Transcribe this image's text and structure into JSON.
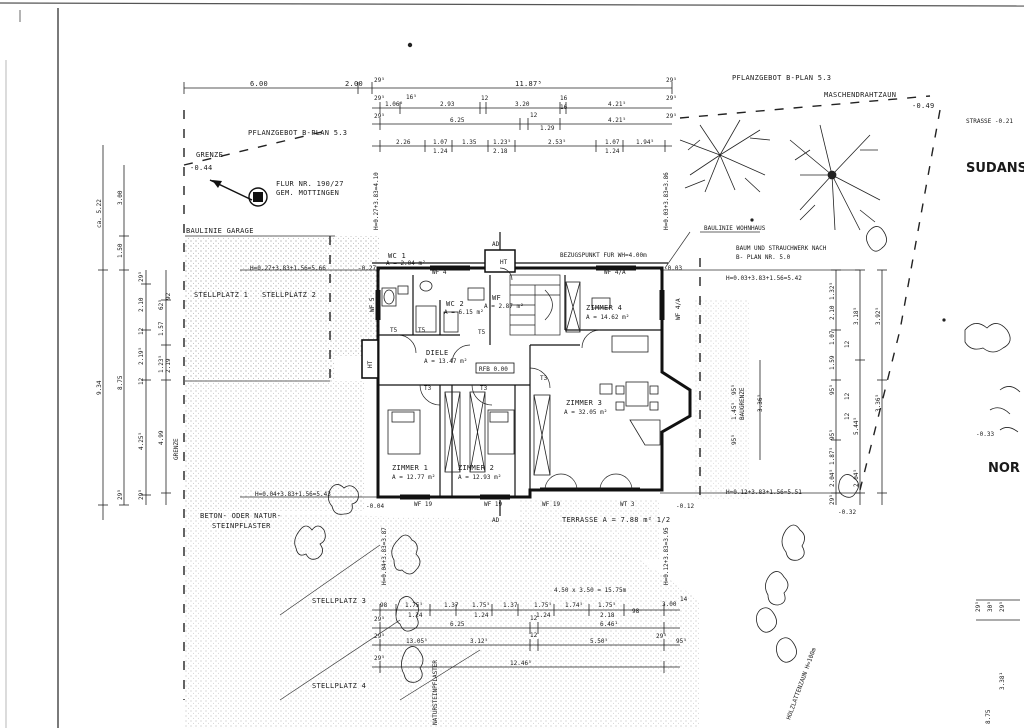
{
  "labels": {
    "pflanzgebot_top": "PFLANZGEBOT B-PLAN 5.3",
    "pflanzgebot_left": "PFLANZGEBOT B-PLAN 5.3",
    "maschendrahtzaun": "MASCHENDRAHTZAUN",
    "strasse": "STRASSE -0.21",
    "sudans": "SUDANS",
    "nor": "NOR",
    "grenze_top": "GRENZE",
    "flur_1": "FLUR NR. 190/27",
    "flur_2": "GEM. MOTTINGEN",
    "baulinie_garage": "BAULINIE GARAGE",
    "baulinie_wohnhaus": "BAULINIE WOHNHAUS",
    "bezugspunkt": "BEZUGSPUNKT FUR WH=4.00m",
    "baum_1": "BAUM UND STRAUCHWERK NACH",
    "baum_2": "B- PLAN NR. 5.0",
    "stellplatz1": "STELLPLATZ 1",
    "stellplatz2": "STELLPLATZ 2",
    "stellplatz3": "STELLPLATZ 3",
    "stellplatz4": "STELLPLATZ 4",
    "beton_1": "BETON- ODER NATUR-",
    "beton_2": "STEINPFLASTER",
    "grenze_left": "GRENZE",
    "baugrenze": "BAUGRENZE",
    "holzlattenzaun": "HOLZLATTENZAUN H=100m",
    "pflaster_vert": "NATURSTEINPFLASTER",
    "h_left_top": "H=0.27+3.83+1.56=5.66",
    "h_left_bottom": "H=0.04+3.83+1.56=5.43",
    "h_right_top": "H=0.03+3.83+1.56=5.42",
    "h_right_bottom": "H=0.12+3.83+1.56=5.51",
    "h_vert_top_left": "H=0.27+3.83=4.10",
    "h_vert_top_right": "H=0.03+3.83=3.86",
    "h_vert_bottom_left": "H=0.04+3.83=3.87",
    "h_vert_bottom_right": "H=0.12+3.83=3.95",
    "elev_049": "-0.49",
    "elev_044": "-0.44",
    "elev_027": "-0.27",
    "elev_003": "-0.03",
    "elev_004": "-0.04",
    "elev_012": "-0.12",
    "elev_032": "-0.32",
    "elev_033": "-0.33",
    "terrasse": "TERRASSE  A = 7.88 m² 1/2",
    "terrasse_dim": "4.50 x 3.50 = 15.75m",
    "rfb": "RFB 0.00"
  },
  "rooms": {
    "wc1_name": "WC 1",
    "wc1_area": "A = 2.04 m²",
    "wc2_name": "WC 2",
    "wc2_area": "A = 6.15 m²",
    "wf_name": "WF",
    "wf_area": "A = 2.87 m²",
    "zimmer4_name": "ZIMMER 4",
    "zimmer4_area": "A = 14.62 m²",
    "diele_name": "DIELE",
    "diele_area": "A = 13.47 m²",
    "zimmer3_name": "ZIMMER 3",
    "zimmer3_area": "A = 32.05 m²",
    "zimmer1_name": "ZIMMER 1",
    "zimmer1_area": "A = 12.77 m²",
    "zimmer2_name": "ZIMMER 2",
    "zimmer2_area": "A = 12.93 m²"
  },
  "window_tags": {
    "wf4": "WF 4",
    "wf4a": "WF 4/A",
    "wf4b": "WF 4/A",
    "wf5": "WF 5",
    "ht": "HT",
    "t5a": "T5",
    "t5b": "T5",
    "t5c": "T5",
    "t3a": "T3",
    "t3b": "T3",
    "t3c": "T3",
    "wf19a": "WF 19",
    "wf19b": "WF 19",
    "wf19c": "WF 19",
    "wt3": "WT 3",
    "ht2": "HT",
    "ad": "AD",
    "ad2": "AD"
  },
  "dims_top": {
    "r1": [
      "6.00",
      "2.00",
      "11.87⁵"
    ],
    "r2": [
      "1.06⁵",
      "2.93",
      "12",
      "3.20",
      "16",
      "4.21⁵"
    ],
    "r3": [
      "6.25",
      "12",
      "1.29",
      "4.21⁵"
    ],
    "r4": [
      "2.26",
      "1.07",
      "1.35",
      "1.23⁵",
      "2.53⁵",
      "1.07",
      "1.94⁵"
    ],
    "r4b": [
      "1.24",
      "2.18",
      "1.24"
    ],
    "ends": [
      "29⁵",
      "29⁵",
      "29⁵",
      "29⁵",
      "29⁵",
      "29⁵",
      "16⁵",
      "16"
    ]
  },
  "dims_bottom": {
    "r1": [
      "98",
      "1.75⁵",
      "1.37",
      "1.75⁵",
      "1.37",
      "1.75⁵",
      "1.74⁵",
      "1.75⁵",
      "98",
      "3.00"
    ],
    "r1b": [
      "1.24",
      "1.24",
      "1.24",
      "2.18"
    ],
    "r2": [
      "6.25",
      "12",
      "6.46¹"
    ],
    "r3": [
      "13.05⁵",
      "12",
      "3.12⁵",
      "5.50⁵",
      "95⁵"
    ],
    "r4": [
      "12.46⁵"
    ],
    "ends": [
      "29⁵",
      "29⁵",
      "29⁵",
      "29⁵",
      "14"
    ]
  },
  "dims_left": {
    "outer": [
      "ca. 5.22",
      "3.00",
      "1.50"
    ],
    "a": [
      "29⁵",
      "2.10",
      "12",
      "2.19⁵",
      "12",
      "4.25⁵",
      "29⁵"
    ],
    "b": [
      "9.34",
      "8.75",
      "29⁵"
    ],
    "c": [
      "62⁵",
      "1.57",
      "1.23⁵",
      "2.19",
      "4.99",
      "92"
    ]
  },
  "dims_right": {
    "a": [
      "1.32⁵",
      "2.10",
      "1.07",
      "1.59",
      "95⁵",
      "95⁵",
      "1.87⁵",
      "2.04⁵",
      "29⁵"
    ],
    "b": [
      "3.18⁵",
      "3.36⁵",
      "5.44⁵",
      "3.36⁵",
      "2.04⁵"
    ],
    "c": [
      "3.92⁵",
      "12",
      "12",
      "12",
      "95⁵",
      "1.45⁵",
      "95⁵"
    ],
    "far": [
      "29⁵",
      "30⁵",
      "29⁵",
      "3.38¹",
      "8.75"
    ]
  }
}
